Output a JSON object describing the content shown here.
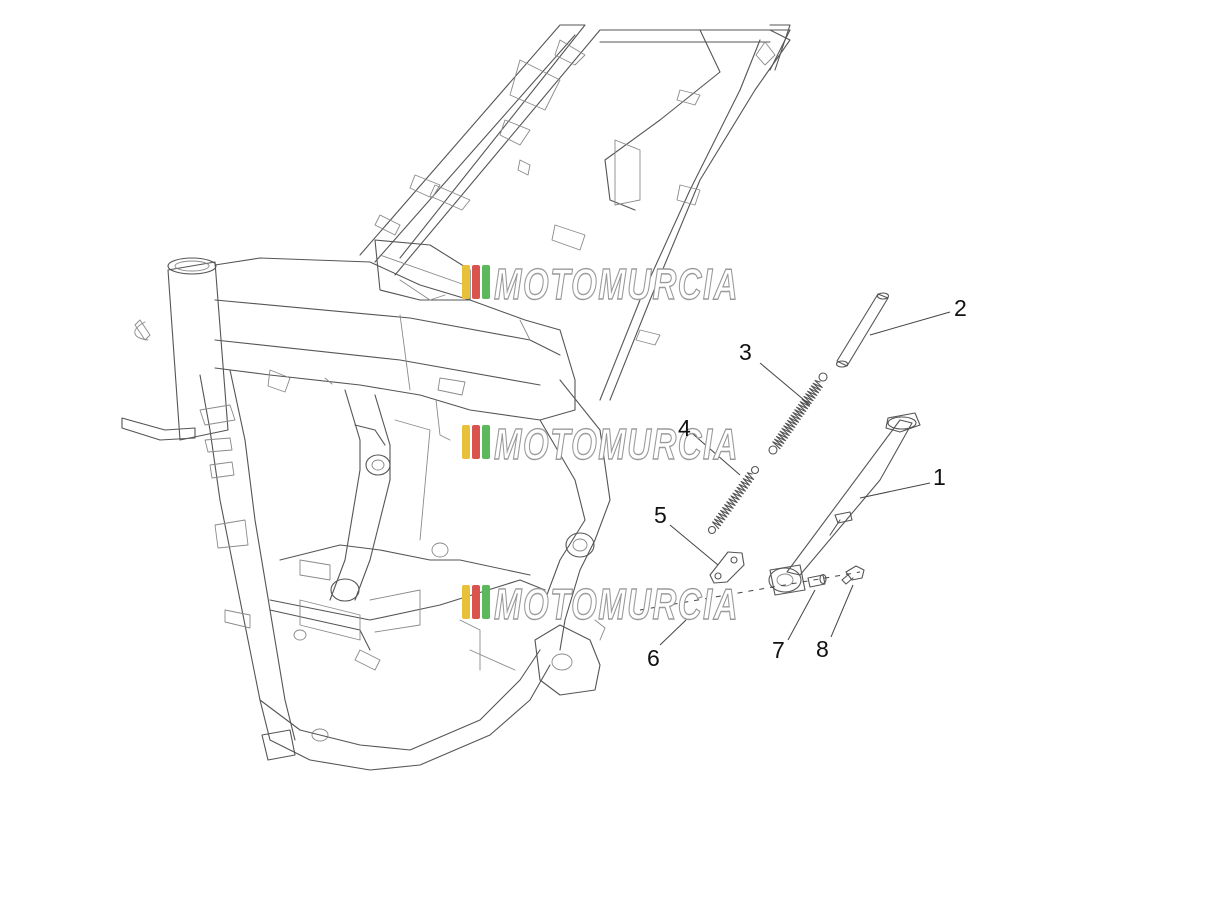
{
  "callouts": [
    {
      "id": "1",
      "label": "1"
    },
    {
      "id": "2",
      "label": "2"
    },
    {
      "id": "3",
      "label": "3"
    },
    {
      "id": "4",
      "label": "4"
    },
    {
      "id": "5",
      "label": "5"
    },
    {
      "id": "6",
      "label": "6"
    },
    {
      "id": "7",
      "label": "7"
    },
    {
      "id": "8",
      "label": "8"
    }
  ],
  "watermark": {
    "text": "MOTOMURCIA",
    "stripe_colors": [
      "#e8c13a",
      "#d9534f",
      "#5cb85c"
    ]
  }
}
